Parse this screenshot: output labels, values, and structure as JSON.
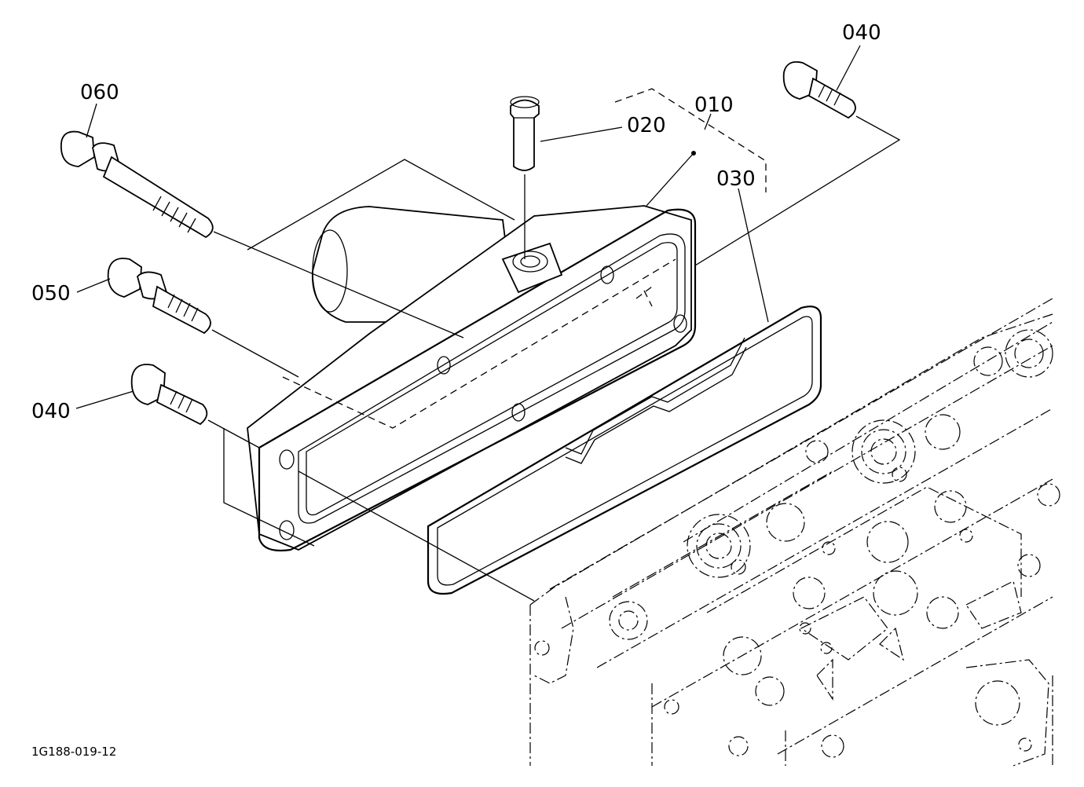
{
  "labels": {
    "p010": "010",
    "p020": "020",
    "p030": "030",
    "p040_top": "040",
    "p040_left": "040",
    "p050": "050",
    "p060": "060"
  },
  "drawing_code": "1G188-019-12"
}
